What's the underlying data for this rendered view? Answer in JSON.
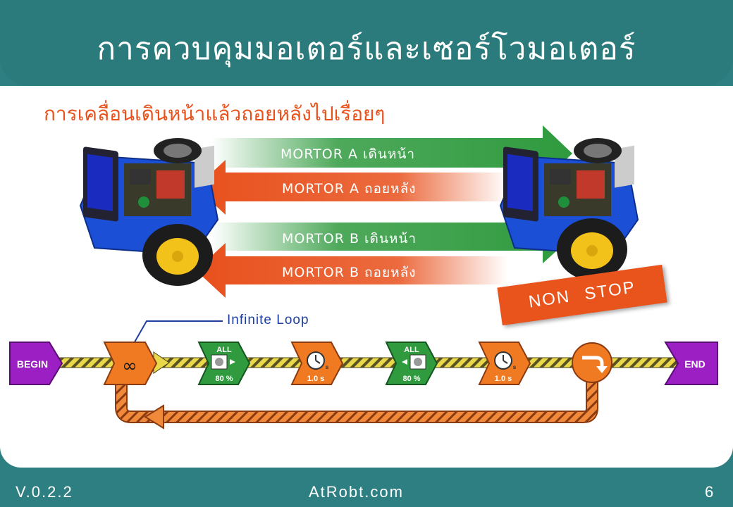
{
  "slide": {
    "title": "การควบคุมมอเตอร์และเซอร์โวมอเตอร์",
    "subtitle": "การเคลื่อนเดินหน้าแล้วถอยหลังไปเรื่อยๆ"
  },
  "arrows": [
    {
      "label": "MORTOR   A  เดินหน้า",
      "direction": "right",
      "color": "#2f9a3e"
    },
    {
      "label": "MORTOR   A  ถอยหลัง",
      "direction": "left",
      "color": "#e8501c"
    },
    {
      "label": "MORTOR   B  เดินหน้า",
      "direction": "right",
      "color": "#2f9a3e"
    },
    {
      "label": "MORTOR   B  ถอยหลัง",
      "direction": "left",
      "color": "#e8501c"
    }
  ],
  "badge": {
    "text": "NON   STOP"
  },
  "flow": {
    "loop_label": "Infinite Loop",
    "begin": "BEGIN",
    "end": "END",
    "blocks": [
      {
        "type": "loop",
        "icon": "infinity-icon"
      },
      {
        "type": "motor",
        "top": "ALL",
        "bottom": "80 %",
        "icon": "motor-forward-icon"
      },
      {
        "type": "delay",
        "bottom": "1.0 s",
        "unit": "s",
        "icon": "stopwatch-icon"
      },
      {
        "type": "motor",
        "top": "ALL",
        "bottom": "80 %",
        "icon": "motor-backward-icon"
      },
      {
        "type": "delay",
        "bottom": "1.0 s",
        "unit": "s",
        "icon": "stopwatch-icon"
      },
      {
        "type": "loop-end",
        "icon": "loop-return-icon"
      }
    ]
  },
  "footer": {
    "version": "V.0.2.2",
    "site": "AtRobt.com",
    "page": "6"
  },
  "colors": {
    "teal": "#2b7a7c",
    "orange": "#e8501c",
    "green": "#2f9a3e",
    "purple": "#9b1fc2",
    "flow_yellow": "#e8d84a"
  }
}
